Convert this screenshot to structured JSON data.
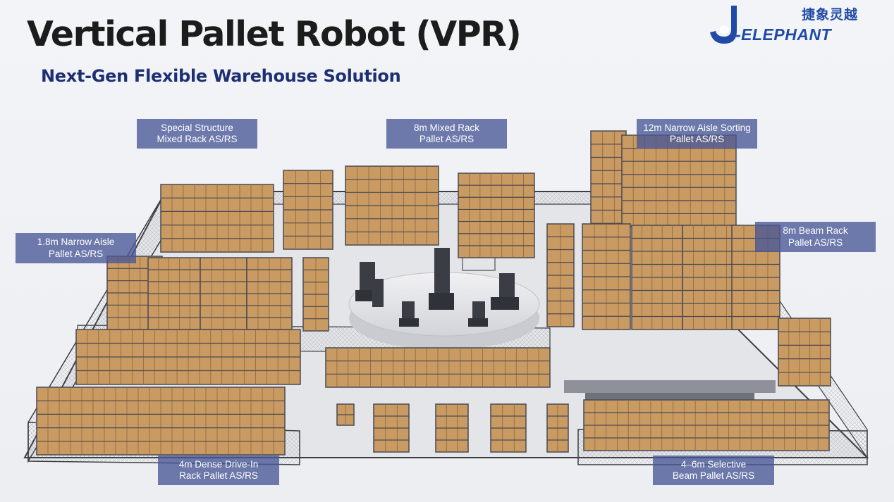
{
  "header": {
    "title": "Vertical Pallet Robot (VPR)",
    "subtitle": "Next-Gen Flexible Warehouse Solution"
  },
  "logo": {
    "chinese": "捷象灵越",
    "english": "-ELEPHANT",
    "color": "#1f4aa6"
  },
  "labels": {
    "special_structure": "Special Structure\nMixed Rack AS/RS",
    "mixed_rack_8m": "8m Mixed Rack\nPallet AS/RS",
    "narrow_aisle_sorting_12m": "12m Narrow Aisle Sorting\nPallet AS/RS",
    "narrow_aisle_1_8m": "1.8m Narrow Aisle\nPallet AS/RS",
    "beam_rack_8m": "8m Beam Rack\nPallet AS/RS",
    "dense_drive_in_4m": "4m Dense Drive-In\nRack Pallet AS/RS",
    "selective_beam_4_6m": "4–6m Selective\nBeam Pallet AS/RS"
  },
  "colors": {
    "box": "#c99a62",
    "rack": "#4a4a52",
    "floor": "#e4e6ea",
    "label_bg": "#485696"
  }
}
